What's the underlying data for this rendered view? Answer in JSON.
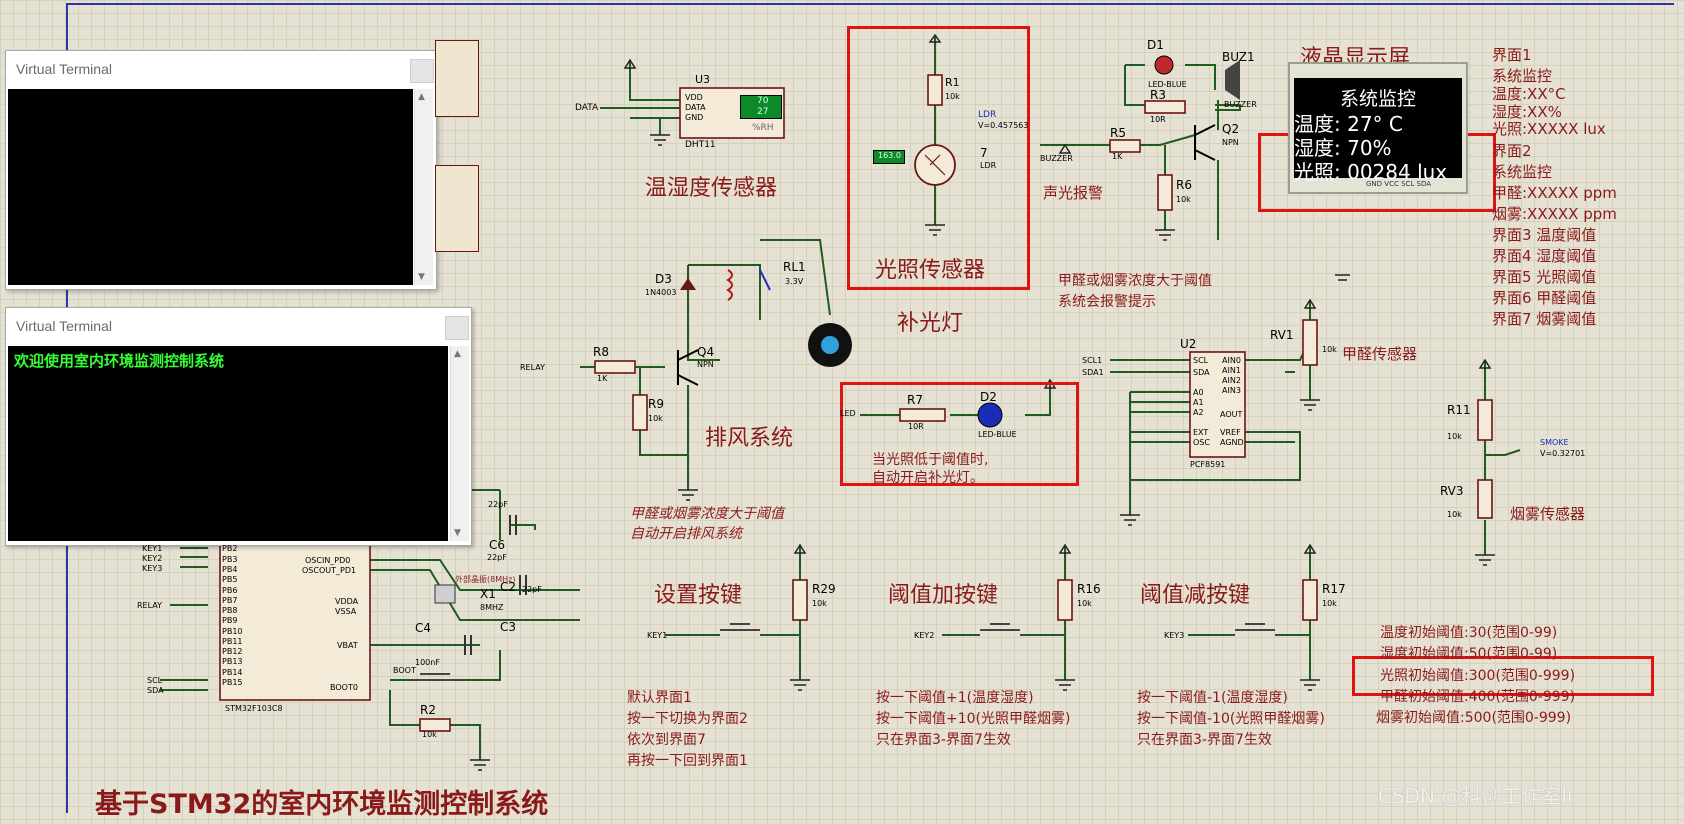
{
  "page_title": "基于STM32的室内环境监测控制系统",
  "watermark": "CSDN @科创工作室li",
  "terminals": [
    {
      "title": "Virtual Terminal",
      "text": ""
    },
    {
      "title": "Virtual Terminal",
      "text": "欢迎使用室内环境监测控制系统"
    }
  ],
  "sections": {
    "dht": "温湿度传感器",
    "light": "光照传感器",
    "fill_light": "补光灯",
    "fan": "排风系统",
    "alarm": "声光报警",
    "lcd": "液晶显示屏",
    "set_key": "设置按键",
    "inc_key": "阈值加按键",
    "dec_key": "阈值减按键",
    "formaldehyde": "甲醛传感器",
    "smoke": "烟雾传感器"
  },
  "notes": {
    "alarm_hint": [
      "甲醛或烟雾浓度大于阈值",
      "系统会报警提示"
    ],
    "fill_hint": [
      "当光照低于阈值时,",
      "自动开启补光灯。"
    ],
    "fan_hint": [
      "甲醛或烟雾浓度大于阈值",
      "自动开启排风系统"
    ],
    "set_desc": [
      "默认界面1",
      "按一下切换为界面2",
      "依次到界面7",
      "再按一下回到界面1"
    ],
    "inc_desc": [
      "按一下阈值+1(温度湿度)",
      "按一下阈值+10(光照甲醛烟雾)",
      "只在界面3-界面7生效"
    ],
    "dec_desc": [
      "按一下阈值-1(温度湿度)",
      "按一下阈值-10(光照甲醛烟雾)",
      "只在界面3-界面7生效"
    ]
  },
  "interfaces": [
    "界面1",
    "系统监控",
    "温度:XX°C",
    "湿度:XX%",
    "光照:XXXXX lux",
    "界面2",
    "系统监控",
    "甲醛:XXXXX ppm",
    "烟雾:XXXXX ppm",
    "界面3    温度阈值",
    "界面4    湿度阈值",
    "界面5    光照阈值",
    "界面6    甲醛阈值",
    "界面7    烟雾阈值"
  ],
  "thresholds": [
    "温度初始阈值:30(范围0-99)",
    "湿度初始阈值:50(范围0-99)",
    "光照初始阈值:300(范围0-999)",
    "甲醛初始阈值:400(范围0-999)",
    "烟雾初始阈值:500(范围0-999)"
  ],
  "lcd": {
    "title": "系统监控",
    "row1": "温度: 27° C",
    "row2": "湿度: 70%",
    "row3": "光照: 00284 lux",
    "pins": "GND VCC SCL SDA"
  },
  "components": {
    "u3": "U3",
    "dht": "DHT11",
    "dht_pins": [
      "VDD",
      "DATA",
      "GND"
    ],
    "dht_temp": "70",
    "dht_hum": "27",
    "dht_rh": "%RH",
    "data_label": "DATA",
    "r1": "R1",
    "r1v": "10k",
    "ldr_label": "LDR",
    "ldr_v": "V=0.457563",
    "ldr_num": "7",
    "ldr_name": "LDR",
    "ldr_readout": "163.0",
    "d1": "D1",
    "d1v": "LED-BLUE",
    "buz": "BUZ1",
    "buzzer": "BUZZER",
    "r3": "R3",
    "r3v": "10R",
    "r5": "R5",
    "r5v": "1K",
    "q2": "Q2",
    "npn": "NPN",
    "r6": "R6",
    "r6v": "10k",
    "buzzer_net": "BUZZER",
    "d3": "D3",
    "d3v": "1N4003",
    "rl1": "RL1",
    "rl1v": "3.3V",
    "relay_net": "RELAY",
    "r8": "R8",
    "r8v": "1K",
    "q4": "Q4",
    "q4v": "NPN",
    "r9": "R9",
    "r9v": "10k",
    "led_net": "LED",
    "r7": "R7",
    "r7v": "10R",
    "d2": "D2",
    "d2v": "LED-BLUE",
    "u2": "U2",
    "pcf": "PCF8591",
    "scl1": "SCL1",
    "sda1": "SDA1",
    "pcf_left": [
      "SCL",
      "SDA",
      "A0",
      "A1",
      "A2",
      "EXT",
      "OSC"
    ],
    "pcf_right": [
      "AIN0",
      "AIN1",
      "AIN2",
      "AIN3",
      "AOUT",
      "VREF",
      "AGND"
    ],
    "rv1": "RV1",
    "rv1v": "10k",
    "r11": "R11",
    "r11v": "10k",
    "smoke_label": "SMOKE",
    "smoke_v": "V=0.32701",
    "rv3": "RV3",
    "rv3v": "10k",
    "mcu": "STM32F103C8",
    "mcu_left": [
      "KEY1",
      "KEY2",
      "KEY3",
      "RELAY",
      "SCL",
      "SDA"
    ],
    "mcu_pins": [
      "PB2",
      "PB3",
      "PB4",
      "PB5",
      "PB6",
      "PB7",
      "PB8",
      "PB9",
      "PB10",
      "PB11",
      "PB12",
      "PB13",
      "PB14",
      "PB15"
    ],
    "osc_in": "OSCIN_PD0",
    "osc_out": "OSCOUT_PD1",
    "vdda": "VDDA",
    "vssa": "VSSA",
    "vbat": "VBAT",
    "boot0": "BOOT0",
    "boot": "BOOT",
    "x1": "X1",
    "x1v": "8MHZ",
    "c1v": "22pF",
    "c2": "C2",
    "c2v": "22pF",
    "c3": "C3",
    "c4": "C4",
    "c4v": "100nF",
    "c6": "C6",
    "c6v": "22pF",
    "xtal_note": "外部晶振(8MHz)",
    "r2": "R2",
    "r2v": "10k",
    "r29": "R29",
    "r29v": "10k",
    "key1": "KEY1",
    "r16": "R16",
    "r16v": "10k",
    "key2": "KEY2",
    "r17": "R17",
    "r17v": "10k",
    "key3": "KEY3"
  },
  "colors": {
    "wire": "#1f5c1f",
    "accent_red": "#e01313",
    "label_maroon": "#8a1a1a",
    "terminal_green": "#33ff33"
  }
}
